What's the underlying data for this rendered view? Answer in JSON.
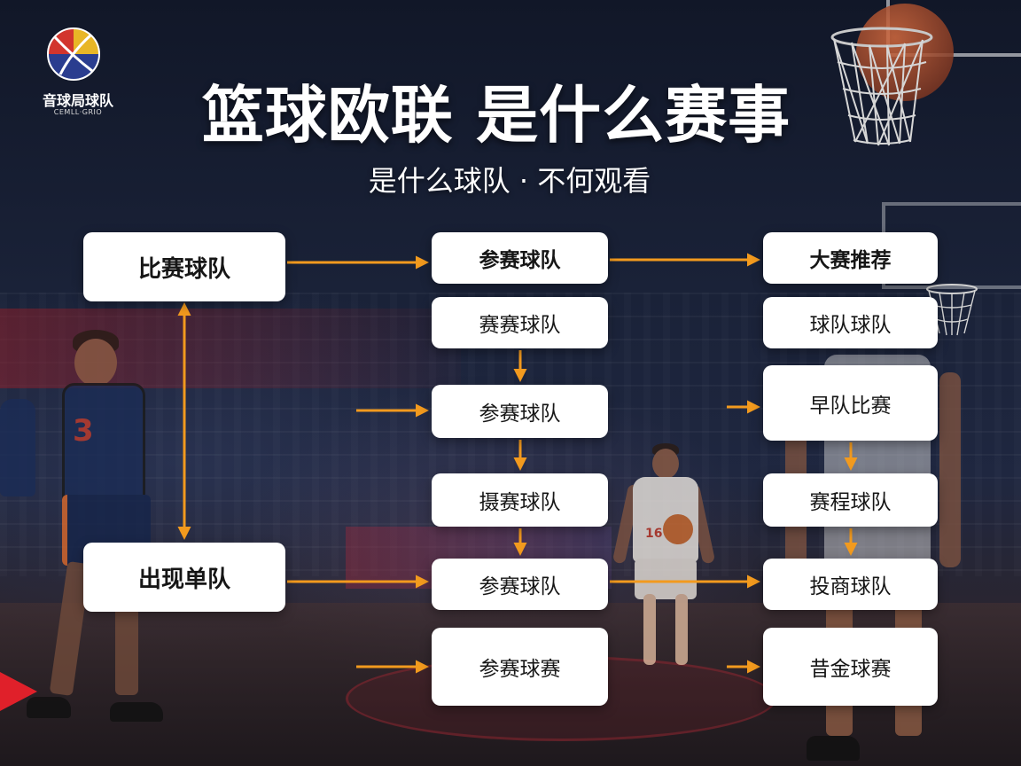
{
  "logo": {
    "name": "音球局球队",
    "tagline": "CEMLL·GRIO",
    "colors": [
      "#e8b626",
      "#d2352d",
      "#2a3d8f",
      "#ffffff"
    ]
  },
  "header": {
    "title": "篮球欧联 是什么赛事",
    "subtitle": "是什么球队 · 不何观看"
  },
  "flow": {
    "left": [
      {
        "label": "比赛球队"
      },
      {
        "label": "出现单队"
      }
    ],
    "middle": [
      {
        "label": "参赛球队"
      },
      {
        "label": "赛赛球队"
      },
      {
        "label": "参赛球队"
      },
      {
        "label": "摄赛球队"
      },
      {
        "label": "参赛球队"
      },
      {
        "label": "参赛球赛"
      }
    ],
    "right": [
      {
        "label": "大赛推荐"
      },
      {
        "label": "球队球队"
      },
      {
        "label": "早队比赛"
      },
      {
        "label": "赛程球队"
      },
      {
        "label": "投商球队"
      },
      {
        "label": "昔金球赛"
      }
    ]
  },
  "colors": {
    "arrow": "#f29a1e",
    "node_bg": "#ffffff",
    "node_text": "#161616",
    "background": "#161d30",
    "accent_red": "#e0202a"
  },
  "decor": {
    "player_number_left": "3",
    "player_number_center": "16"
  }
}
